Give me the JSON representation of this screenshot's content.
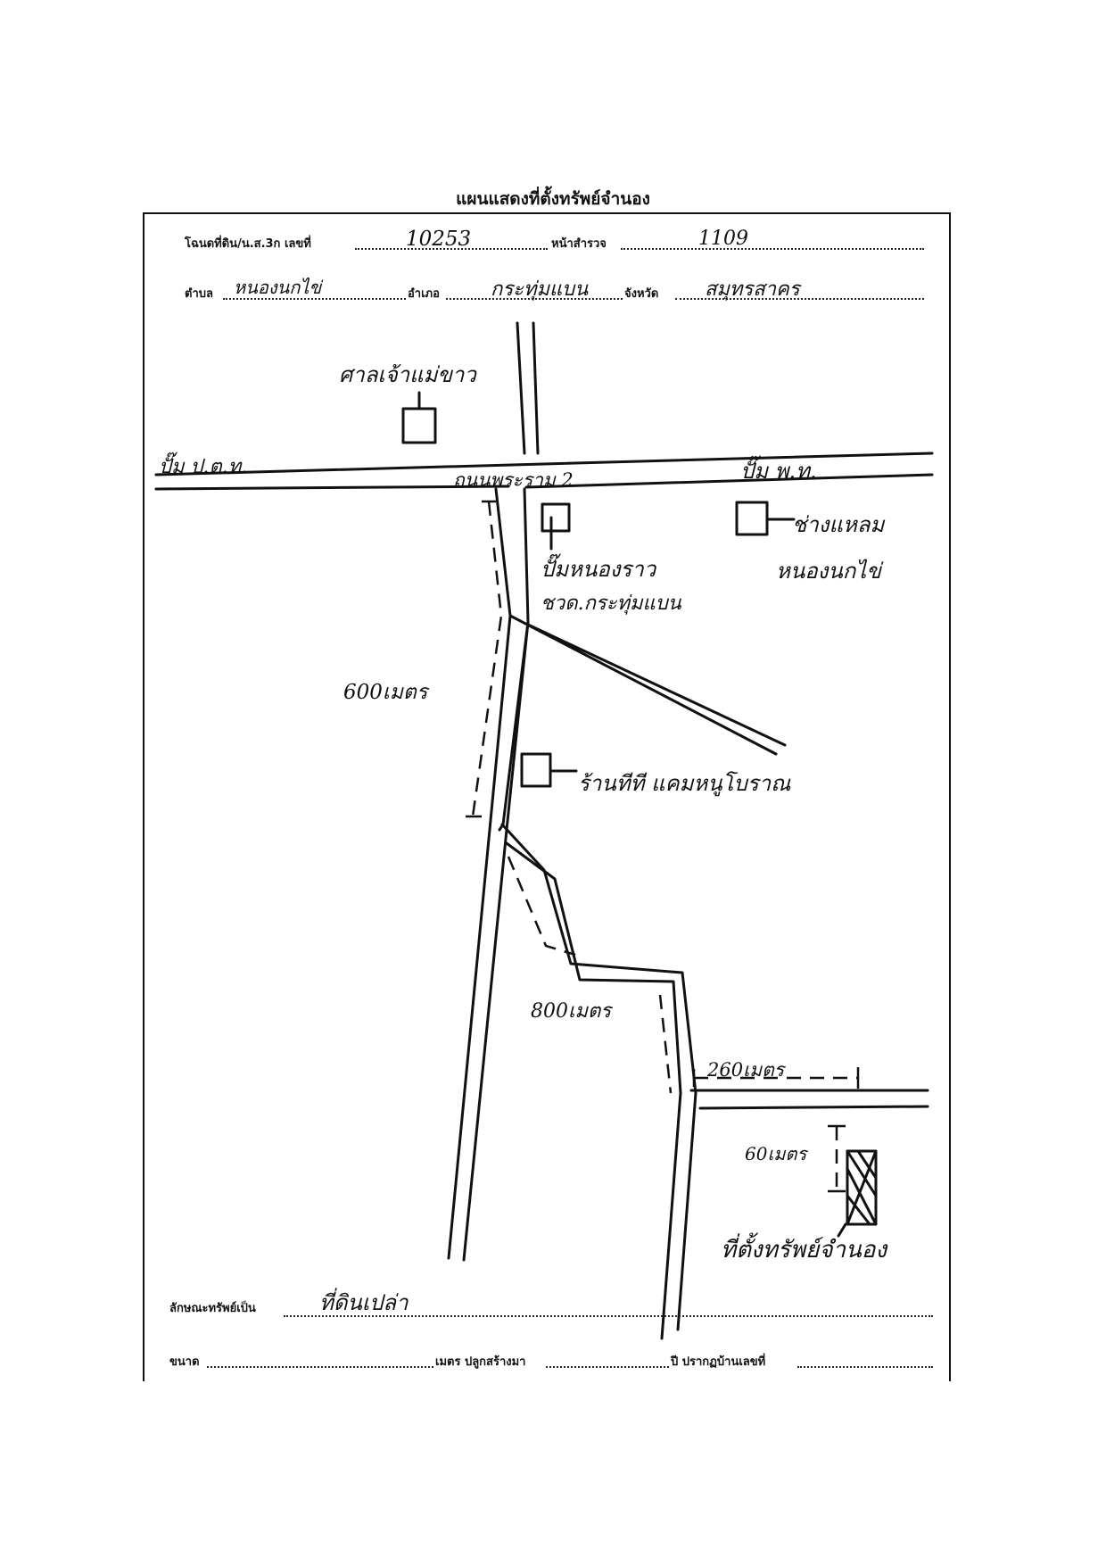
{
  "title": "แผนแสดงที่ตั้งทรัพย์จำนอง",
  "form": {
    "deed_label": "โฉนดที่ดิน/น.ส.3ก เลขที่",
    "deed_number": "10253",
    "survey_page_label": "หน้าสำรวจ",
    "survey_page_value": "1109",
    "subdistrict_label": "ตำบล",
    "subdistrict_value": "หนองนกไข่",
    "district_label": "อำเภอ",
    "district_value": "กระทุ่มแบน",
    "province_label": "จังหวัด",
    "province_value": "สมุทรสาคร",
    "property_type_label": "ลักษณะทรัพย์เป็น",
    "property_type_value": "ที่ดินเปล่า",
    "size_label": "ขนาด",
    "size_unit_label": "เมตร ปลูกสร้างมา",
    "year_label": "ปี ปรากฏบ้านเลขที่"
  },
  "map": {
    "landmarks": {
      "top_left": "ศาลเจ้าแม่ขาว",
      "road_left": "ปั๊ม ป.ต.ท.",
      "main_road": "ถนนพระราม 2",
      "road_right": "ปั๊ม พ.ท.",
      "shop_right_1": "ช่างแหลม",
      "shop_right_2": "หนองนกไข่",
      "fuel_1": "ปั๊มหนองราว",
      "fuel_2": "ชวด.กระทุ่มแบน",
      "dist_1": "600เมตร",
      "shop_mid": "ร้านทีที แคมหนูโบราณ",
      "dist_2": "800เมตร",
      "dist_3": "260เมตร",
      "dist_4": "60เมตร",
      "property": "ที่ตั้งทรัพย์จำนอง"
    }
  }
}
